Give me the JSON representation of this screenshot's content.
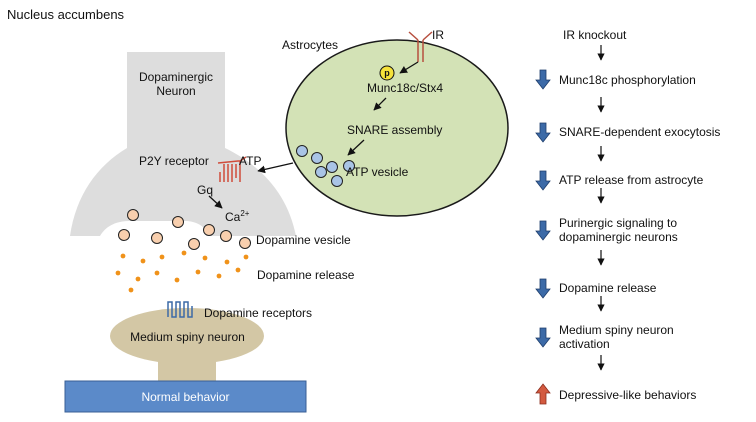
{
  "title": "Nucleus accumbens",
  "left_diagram": {
    "neuron_label": "Dopaminergic\nNeuron",
    "astrocytes_label": "Astrocytes",
    "ir_label": "IR",
    "p_badge": "p",
    "munc_label": "Munc18c/Stx4",
    "snare_label": "SNARE assembly",
    "atp_vesicle_label": "ATP vesicle",
    "p2y_label": "P2Y receptor",
    "atp_label": "ATP",
    "gq_label": "Gq",
    "ca_label": "Ca",
    "ca_sup": "2+",
    "dopamine_vesicle_label": "Dopamine vesicle",
    "dopamine_release_label": "Dopamine release",
    "dopamine_receptors_label": "Dopamine receptors",
    "msn_label": "Medium spiny neuron",
    "behavior_bar_label": "Normal behavior"
  },
  "flow": {
    "steps": [
      {
        "text": "IR knockout",
        "arrow": "none"
      },
      {
        "text": "Munc18c phosphorylation",
        "arrow": "down"
      },
      {
        "text": "SNARE-dependent exocytosis",
        "arrow": "down"
      },
      {
        "text": "ATP release from astrocyte",
        "arrow": "down"
      },
      {
        "text": "Purinergic signaling to\ndopaminergic neurons",
        "arrow": "down"
      },
      {
        "text": "Dopamine release",
        "arrow": "down"
      },
      {
        "text": "Medium spiny neuron\nactivation",
        "arrow": "down"
      },
      {
        "text": "Depressive-like behaviors",
        "arrow": "up"
      }
    ]
  },
  "colors": {
    "neuron_gray": "#dddddd",
    "astrocyte_fill": "#d3e2b6",
    "vesicle_orange": "#f8cfae",
    "vesicle_blue": "#a9c4e6",
    "dot_orange": "#f0921a",
    "msn_fill": "#d3c7a5",
    "behavior_bar": "#5b8ac9",
    "down_arrow": "#3c6aa7",
    "up_arrow": "#d35a40",
    "receptor_red": "#d04c3b",
    "ir_red": "#b7503f"
  }
}
